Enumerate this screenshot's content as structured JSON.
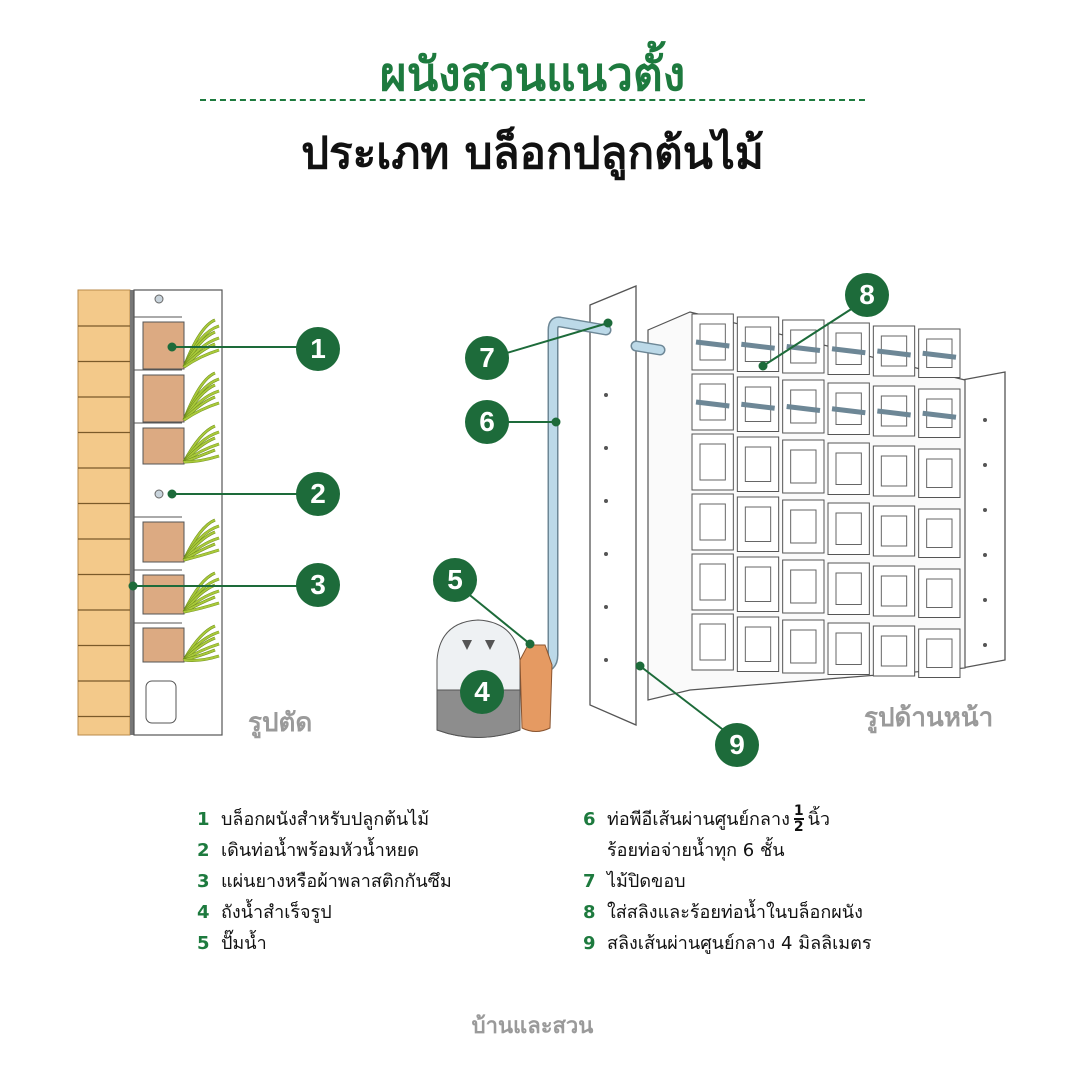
{
  "header": {
    "title": "ผนังสวนแนวตั้ง",
    "subtitle": "ประเภท บล็อกปลูกต้นไม้"
  },
  "views": {
    "section": "รูปตัด",
    "front": "รูปด้านหน้า"
  },
  "badges": [
    "1",
    "2",
    "3",
    "4",
    "5",
    "6",
    "7",
    "8",
    "9"
  ],
  "legend": {
    "left": [
      {
        "num": "1",
        "text": "บล็อกผนังสำหรับปลูกต้นไม้"
      },
      {
        "num": "2",
        "text": "เดินท่อน้ำพร้อมหัวน้ำหยด"
      },
      {
        "num": "3",
        "text": "แผ่นยางหรือผ้าพลาสติกกันซึม"
      },
      {
        "num": "4",
        "text": "ถังน้ำสำเร็จรูป"
      },
      {
        "num": "5",
        "text": "ปั๊มน้ำ"
      }
    ],
    "right": [
      {
        "num": "6",
        "text": "ท่อพีอีเส้นผ่านศูนย์กลาง",
        "frac_num": "1",
        "frac_den": "2",
        "suffix": "นิ้ว",
        "line2": "ร้อยท่อจ่ายน้ำทุก 6 ชั้น"
      },
      {
        "num": "7",
        "text": "ไม้ปิดขอบ"
      },
      {
        "num": "8",
        "text": "ใส่สลิงและร้อยท่อน้ำในบล็อกผนัง"
      },
      {
        "num": "9",
        "text": "สลิงเส้นผ่านศูนย์กลาง 4 มิลลิเมตร"
      }
    ]
  },
  "footer": {
    "logo": "บ้านและสวน"
  },
  "colors": {
    "accent": "#1d7a3e",
    "badge": "#1d6b3a",
    "wall": "#f3c98a",
    "block": "#dcaa82",
    "plant": "#a9c93a",
    "pipe": "#b9d6e6",
    "tank": "#e8ecef",
    "pump": "#e59a62"
  }
}
